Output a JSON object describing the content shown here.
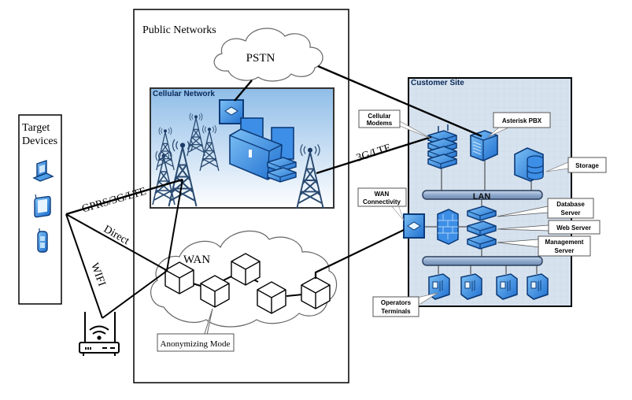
{
  "target_devices": {
    "title_line1": "Target",
    "title_line2": "Devices",
    "devices": [
      "laptop-icon",
      "tablet-icon",
      "phone-icon"
    ]
  },
  "public_networks": {
    "title": "Public Networks",
    "pstn": {
      "label": "PSTN"
    },
    "cellular": {
      "title": "Cellular Network"
    },
    "wan": {
      "label": "WAN",
      "callout": "Anonymizing Mode"
    }
  },
  "links": {
    "gprs": "GPRS/3G/LTE",
    "direct": "Direct",
    "wifi": "WIFI",
    "lte": "3G/LTE"
  },
  "customer_site": {
    "title": "Customer Site",
    "lan_label": "LAN",
    "callouts": {
      "cellular_modems_1": "Cellular",
      "cellular_modems_2": "Modems",
      "asterisk": "Asterisk PBX",
      "storage": "Storage",
      "wan_conn_1": "WAN",
      "wan_conn_2": "Connectivity",
      "db_1": "Database",
      "db_2": "Server",
      "web": "Web Server",
      "mgmt_1": "Management",
      "mgmt_2": "Server",
      "ops_1": "Operators",
      "ops_2": "Terminals"
    }
  },
  "colors": {
    "device_blue": "#2f8be0",
    "device_dark": "#0d3b78",
    "customer_bg": "#d6e2ee",
    "cellular_top": "#8fbde8",
    "cellular_bottom": "#ffffff"
  }
}
